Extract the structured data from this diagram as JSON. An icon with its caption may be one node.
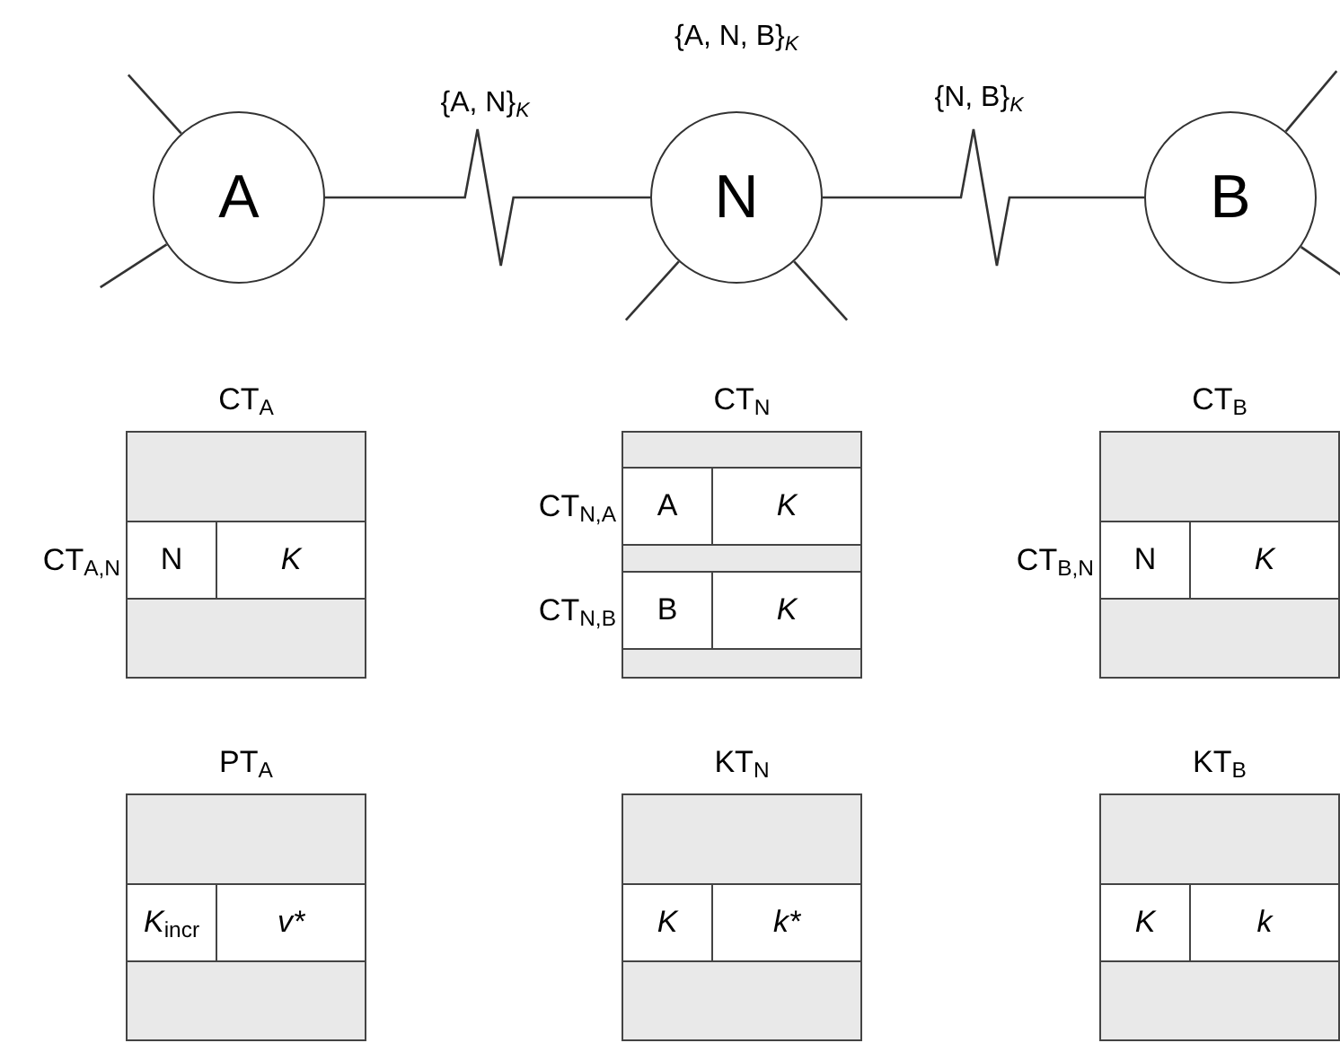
{
  "diagram": {
    "nodes": [
      {
        "text": [
          "A"
        ]
      },
      {
        "text": [
          "N"
        ],
        "beside": [
          "{A, N, B}$_{K}$"
        ]
      },
      {
        "text": [
          "B"
        ]
      },
      {
        "text": [
          "CT$_{A}$"
        ]
      },
      {
        "text": [],
        "shape": "box",
        "in": 3,
        "beside": [
          "CT$_{A,N}$"
        ]
      },
      {
        "text": [
          "N"
        ],
        "in": 4
      },
      {
        "text": [
          "K"
        ],
        "in": 4
      },
      {
        "text": [
          "CT$_{N}$"
        ]
      },
      {
        "text": [],
        "shape": "box",
        "in": 7,
        "beside": [
          "CT$_{N,A}$"
        ]
      },
      {
        "text": [
          "A"
        ],
        "in": 8
      },
      {
        "text": [
          "K"
        ],
        "in": 8
      },
      {
        "text": [],
        "shape": "box",
        "in": 7,
        "beside": [
          "CT$_{N,B}$"
        ]
      },
      {
        "text": [
          "B"
        ],
        "in": 11
      },
      {
        "text": [
          "K"
        ],
        "in": 11
      },
      {
        "text": [
          "CT$_{B}$"
        ]
      },
      {
        "text": [],
        "shape": "box",
        "in": 14,
        "beside": [
          "CT$_{B,N}$"
        ]
      },
      {
        "text": [
          "N"
        ],
        "in": 15
      },
      {
        "text": [
          "K"
        ],
        "in": 15
      },
      {
        "text": [
          "PT$_{A}$"
        ]
      },
      {
        "text": [],
        "shape": "box",
        "in": 18
      },
      {
        "text": [
          "*K*$_{incr}$"
        ],
        "in": 19
      },
      {
        "text": [
          "v*"
        ],
        "in": 19
      },
      {
        "text": [
          "KT$_{N}$"
        ]
      },
      {
        "text": [],
        "shape": "box",
        "in": 22
      },
      {
        "text": [
          "K"
        ],
        "in": 23
      },
      {
        "text": [
          "k*"
        ],
        "in": 23
      },
      {
        "text": [
          "KT$_{B}$"
        ]
      },
      {
        "text": [],
        "shape": "box",
        "in": 26
      },
      {
        "text": [
          "K"
        ],
        "in": 27
      },
      {
        "text": [
          "k"
        ],
        "in": 27
      }
    ],
    "edges": [
      {
        "from": 0,
        "to": 1,
        "arrow": "none",
        "label": "{A, N}$_{K}$"
      },
      {
        "from": 1,
        "to": 2,
        "arrow": "none",
        "label": "{N, B}$_{K}$"
      },
      {
        "from": 0,
        "to": null,
        "arrow": "none"
      },
      {
        "from": 0,
        "to": null,
        "arrow": "none"
      },
      {
        "from": 1,
        "to": null,
        "arrow": "none"
      },
      {
        "from": 1,
        "to": null,
        "arrow": "none"
      },
      {
        "from": 2,
        "to": null,
        "arrow": "none"
      },
      {
        "from": 2,
        "to": null,
        "arrow": "none"
      }
    ]
  }
}
